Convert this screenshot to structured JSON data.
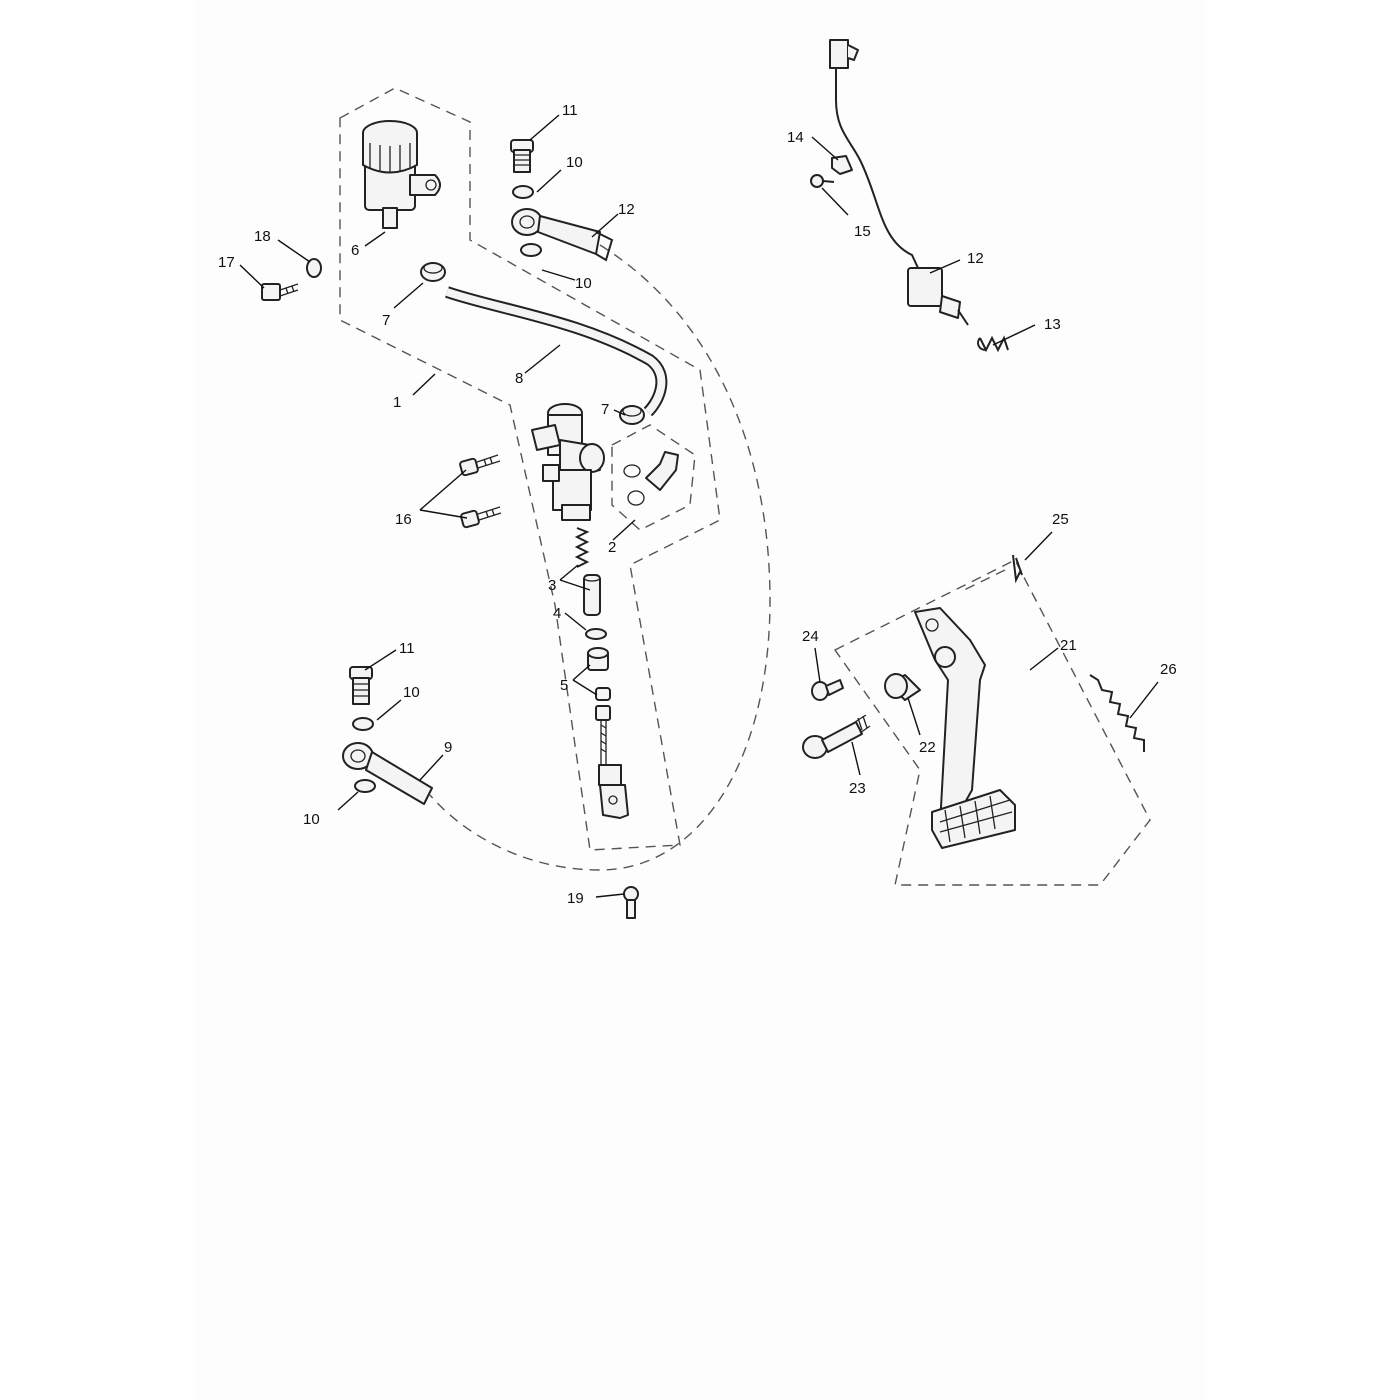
{
  "diagram": {
    "type": "exploded-parts-diagram",
    "callouts": {
      "c1": "1",
      "c2": "2",
      "c3": "3",
      "c4": "4",
      "c5": "5",
      "c6": "6",
      "c7a": "7",
      "c7b": "7",
      "c8": "8",
      "c9": "9",
      "c10a": "10",
      "c10b": "10",
      "c10c": "10",
      "c10d": "10",
      "c11a": "11",
      "c11b": "11",
      "c12a": "12",
      "c12b": "12",
      "c13": "13",
      "c14": "14",
      "c15": "15",
      "c16": "16",
      "c17": "17",
      "c18": "18",
      "c19": "19",
      "c21": "21",
      "c22": "22",
      "c23": "23",
      "c24": "24",
      "c25": "25",
      "c26": "26"
    },
    "colors": {
      "ink": "#222222",
      "dash": "#555555",
      "background": "#ffffff"
    }
  }
}
